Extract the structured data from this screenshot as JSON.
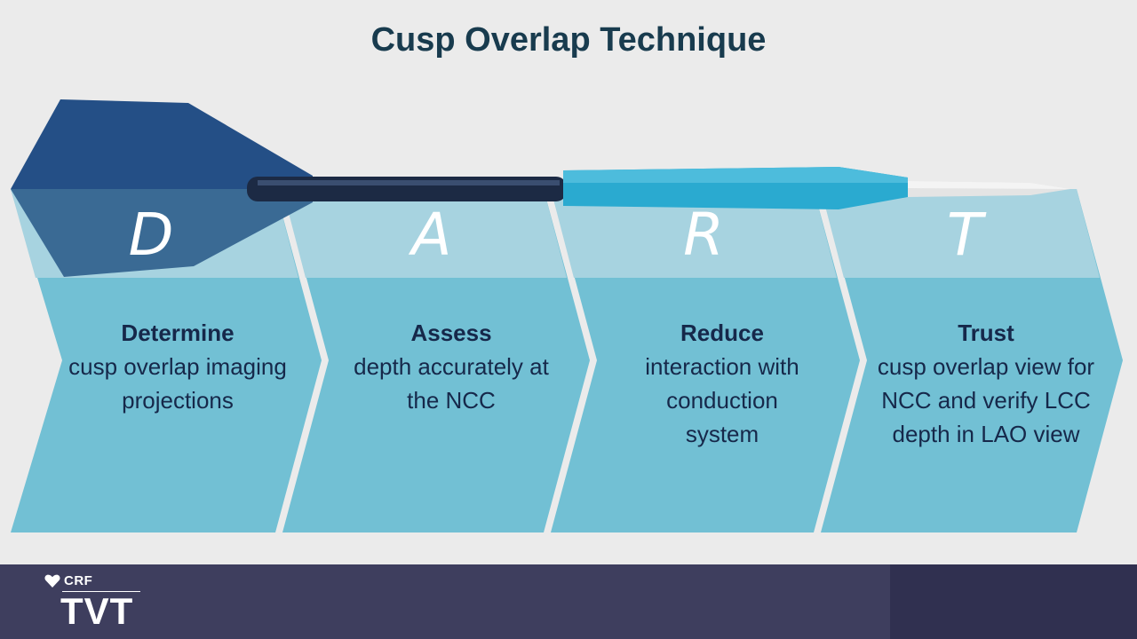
{
  "title": "Cusp Overlap Technique",
  "steps": [
    {
      "letter": "D",
      "heading": "Determine",
      "body": "cusp overlap imaging projections"
    },
    {
      "letter": "A",
      "heading": "Assess",
      "body": "depth accurately at the NCC"
    },
    {
      "letter": "R",
      "heading": "Reduce",
      "body": "interaction with conduction system"
    },
    {
      "letter": "T",
      "heading": "Trust",
      "body": "cusp overlap view for NCC and verify LCC depth in LAO view"
    }
  ],
  "footer": {
    "logo_small": "CRF",
    "logo_big": "TVT"
  },
  "colors": {
    "title": "#183b4e",
    "chevron": "#72c0d4",
    "chevron_band": "#a7d3e0",
    "dart_flight": "#1f4f85",
    "dart_shaft": "#1c2a44",
    "dart_barrel": "#2aaad0",
    "footer": "#3e3e5e"
  }
}
